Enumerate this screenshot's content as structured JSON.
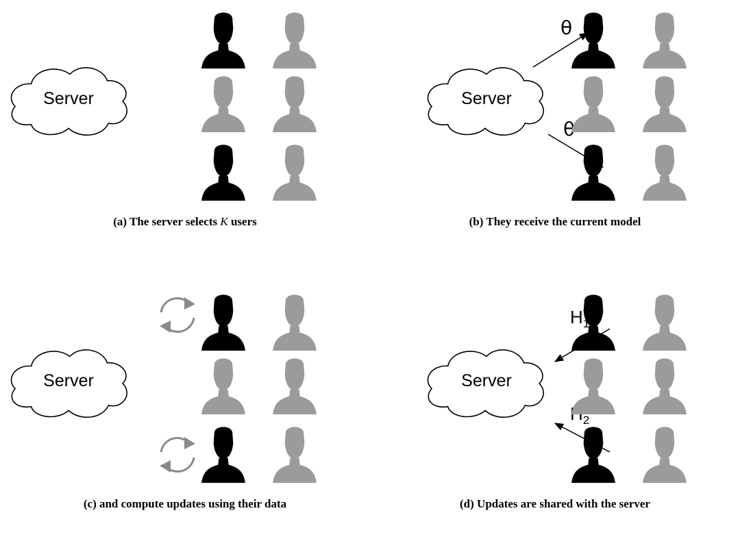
{
  "colors": {
    "selected": "#000000",
    "unselected": "#9b9b9b",
    "sync": "#8a8a8a"
  },
  "panels": [
    {
      "id": "a",
      "server_label": "Server",
      "caption": "(a) The server selects K users",
      "caption_parts": {
        "before": "(a) The server selects ",
        "k": "K",
        "after": " users"
      }
    },
    {
      "id": "b",
      "server_label": "Server",
      "caption": "(b) They receive the current model",
      "arrow_labels": {
        "top": "θ",
        "bottom": "θ"
      }
    },
    {
      "id": "c",
      "server_label": "Server",
      "caption": "(c) and compute updates using their data",
      "sync_icon": "sync-icon"
    },
    {
      "id": "d",
      "server_label": "Server",
      "caption": "(d) Updates are shared with the server",
      "arrow_labels": {
        "top_main": "H",
        "top_sub": "1",
        "bottom_main": "H",
        "bottom_sub": "2"
      }
    }
  ],
  "user_grid": {
    "rows": 3,
    "cols": 2,
    "selected": [
      [
        true,
        false
      ],
      [
        false,
        false
      ],
      [
        true,
        false
      ]
    ]
  }
}
